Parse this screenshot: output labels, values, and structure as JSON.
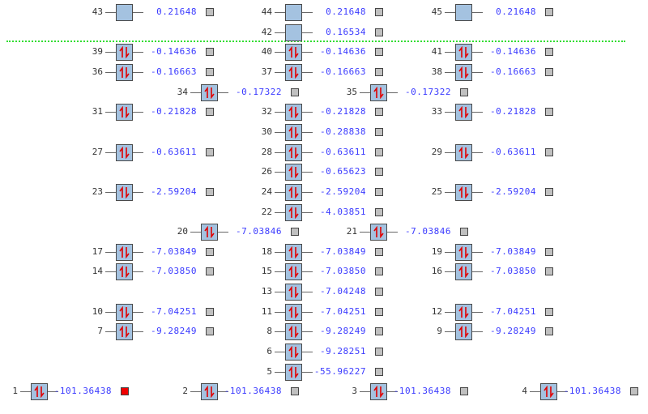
{
  "colors": {
    "box": "#a4c2e0",
    "energy": "#3a3aff",
    "arrow": "#e00000",
    "homo_lumo_line": "#33dd33",
    "selected": "#f00000"
  },
  "orbitals": [
    {
      "n": "43",
      "energy": "0.21648",
      "occupied": false,
      "selected": false
    },
    {
      "n": "44",
      "energy": "0.21648",
      "occupied": false,
      "selected": false
    },
    {
      "n": "45",
      "energy": "0.21648",
      "occupied": false,
      "selected": false
    },
    {
      "n": "42",
      "energy": "0.16534",
      "occupied": false,
      "selected": false
    },
    {
      "n": "39",
      "energy": "-0.14636",
      "occupied": true,
      "selected": false
    },
    {
      "n": "40",
      "energy": "-0.14636",
      "occupied": true,
      "selected": false
    },
    {
      "n": "41",
      "energy": "-0.14636",
      "occupied": true,
      "selected": false
    },
    {
      "n": "36",
      "energy": "-0.16663",
      "occupied": true,
      "selected": false
    },
    {
      "n": "37",
      "energy": "-0.16663",
      "occupied": true,
      "selected": false
    },
    {
      "n": "38",
      "energy": "-0.16663",
      "occupied": true,
      "selected": false
    },
    {
      "n": "34",
      "energy": "-0.17322",
      "occupied": true,
      "selected": false
    },
    {
      "n": "35",
      "energy": "-0.17322",
      "occupied": true,
      "selected": false
    },
    {
      "n": "31",
      "energy": "-0.21828",
      "occupied": true,
      "selected": false
    },
    {
      "n": "32",
      "energy": "-0.21828",
      "occupied": true,
      "selected": false
    },
    {
      "n": "33",
      "energy": "-0.21828",
      "occupied": true,
      "selected": false
    },
    {
      "n": "30",
      "energy": "-0.28838",
      "occupied": true,
      "selected": false
    },
    {
      "n": "27",
      "energy": "-0.63611",
      "occupied": true,
      "selected": false
    },
    {
      "n": "28",
      "energy": "-0.63611",
      "occupied": true,
      "selected": false
    },
    {
      "n": "29",
      "energy": "-0.63611",
      "occupied": true,
      "selected": false
    },
    {
      "n": "26",
      "energy": "-0.65623",
      "occupied": true,
      "selected": false
    },
    {
      "n": "23",
      "energy": "-2.59204",
      "occupied": true,
      "selected": false
    },
    {
      "n": "24",
      "energy": "-2.59204",
      "occupied": true,
      "selected": false
    },
    {
      "n": "25",
      "energy": "-2.59204",
      "occupied": true,
      "selected": false
    },
    {
      "n": "22",
      "energy": "-4.03851",
      "occupied": true,
      "selected": false
    },
    {
      "n": "20",
      "energy": "-7.03846",
      "occupied": true,
      "selected": false
    },
    {
      "n": "21",
      "energy": "-7.03846",
      "occupied": true,
      "selected": false
    },
    {
      "n": "17",
      "energy": "-7.03849",
      "occupied": true,
      "selected": false
    },
    {
      "n": "18",
      "energy": "-7.03849",
      "occupied": true,
      "selected": false
    },
    {
      "n": "19",
      "energy": "-7.03849",
      "occupied": true,
      "selected": false
    },
    {
      "n": "14",
      "energy": "-7.03850",
      "occupied": true,
      "selected": false
    },
    {
      "n": "15",
      "energy": "-7.03850",
      "occupied": true,
      "selected": false
    },
    {
      "n": "16",
      "energy": "-7.03850",
      "occupied": true,
      "selected": false
    },
    {
      "n": "13",
      "energy": "-7.04248",
      "occupied": true,
      "selected": false
    },
    {
      "n": "10",
      "energy": "-7.04251",
      "occupied": true,
      "selected": false
    },
    {
      "n": "11",
      "energy": "-7.04251",
      "occupied": true,
      "selected": false
    },
    {
      "n": "12",
      "energy": "-7.04251",
      "occupied": true,
      "selected": false
    },
    {
      "n": "7",
      "energy": "-9.28249",
      "occupied": true,
      "selected": false
    },
    {
      "n": "8",
      "energy": "-9.28249",
      "occupied": true,
      "selected": false
    },
    {
      "n": "9",
      "energy": "-9.28249",
      "occupied": true,
      "selected": false
    },
    {
      "n": "6",
      "energy": "-9.28251",
      "occupied": true,
      "selected": false
    },
    {
      "n": "5",
      "energy": "-55.96227",
      "occupied": true,
      "selected": false
    },
    {
      "n": "1",
      "energy": "-101.36438",
      "occupied": true,
      "selected": true
    },
    {
      "n": "2",
      "energy": "-101.36438",
      "occupied": true,
      "selected": false
    },
    {
      "n": "3",
      "energy": "-101.36438",
      "occupied": true,
      "selected": false
    },
    {
      "n": "4",
      "energy": "-101.36438",
      "occupied": true,
      "selected": false
    }
  ]
}
